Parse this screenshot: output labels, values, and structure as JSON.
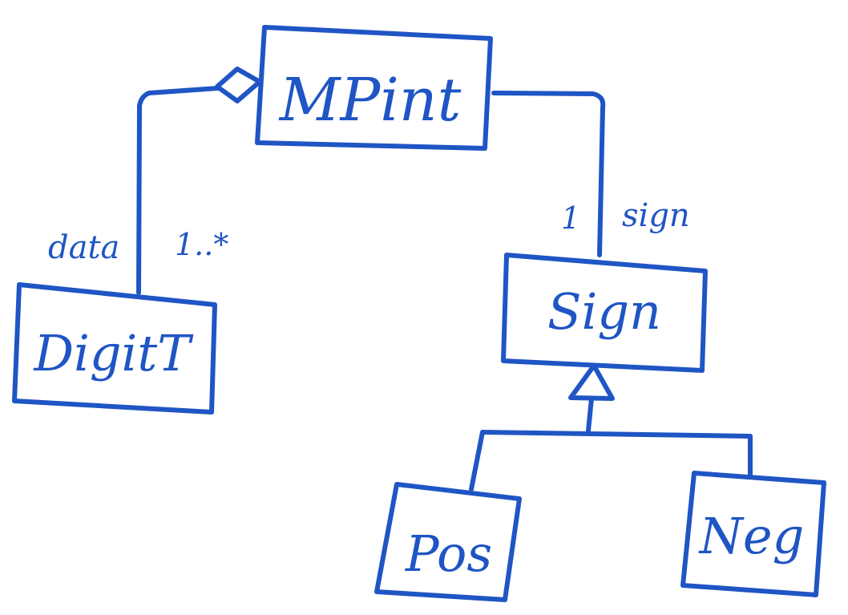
{
  "diagram": {
    "classes": {
      "mpint": "MPint",
      "digit": "DigitT",
      "sign": "Sign",
      "pos": "Pos",
      "neg": "Neg"
    },
    "aggregation": {
      "role": "data",
      "multiplicity": "1..*"
    },
    "association": {
      "multiplicity": "1",
      "role": "sign"
    },
    "colors": {
      "ink": "#1f55c4",
      "background": "#ffffff"
    }
  }
}
